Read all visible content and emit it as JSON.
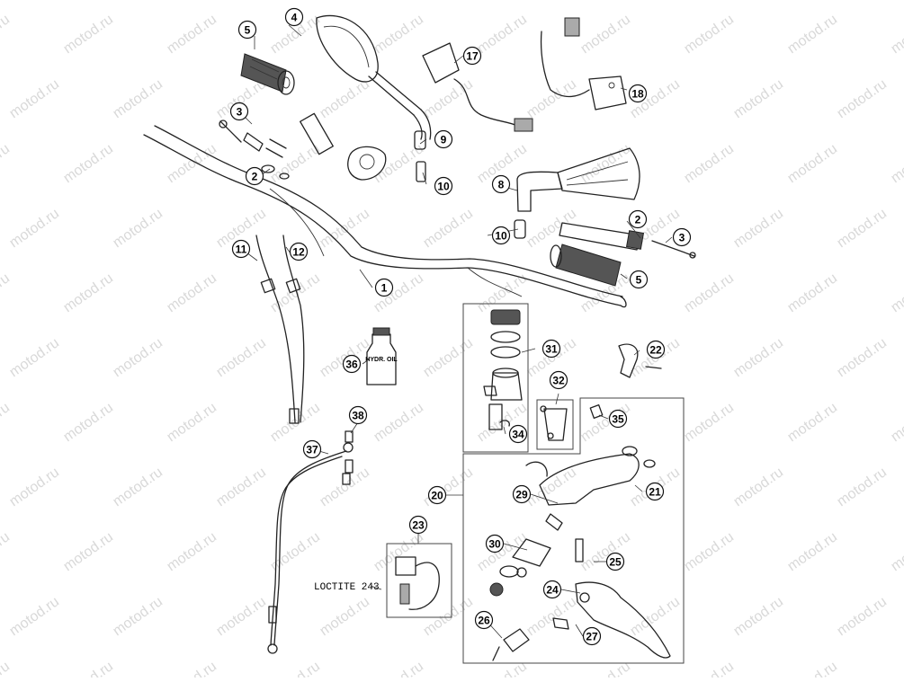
{
  "watermark": "motod.ru",
  "note": "LOCTITE 243",
  "bottle_label": "HYDR. OIL",
  "callouts": [
    {
      "label": "1"
    },
    {
      "label": "2"
    },
    {
      "label": "2"
    },
    {
      "label": "3"
    },
    {
      "label": "3"
    },
    {
      "label": "4"
    },
    {
      "label": "5"
    },
    {
      "label": "5"
    },
    {
      "label": "8"
    },
    {
      "label": "9"
    },
    {
      "label": "10"
    },
    {
      "label": "10"
    },
    {
      "label": "11"
    },
    {
      "label": "12"
    },
    {
      "label": "17"
    },
    {
      "label": "18"
    },
    {
      "label": "20"
    },
    {
      "label": "21"
    },
    {
      "label": "22"
    },
    {
      "label": "23"
    },
    {
      "label": "24"
    },
    {
      "label": "25"
    },
    {
      "label": "26"
    },
    {
      "label": "27"
    },
    {
      "label": "29"
    },
    {
      "label": "30"
    },
    {
      "label": "31"
    },
    {
      "label": "32"
    },
    {
      "label": "34"
    },
    {
      "label": "35"
    },
    {
      "label": "36"
    },
    {
      "label": "37"
    },
    {
      "label": "38"
    }
  ]
}
